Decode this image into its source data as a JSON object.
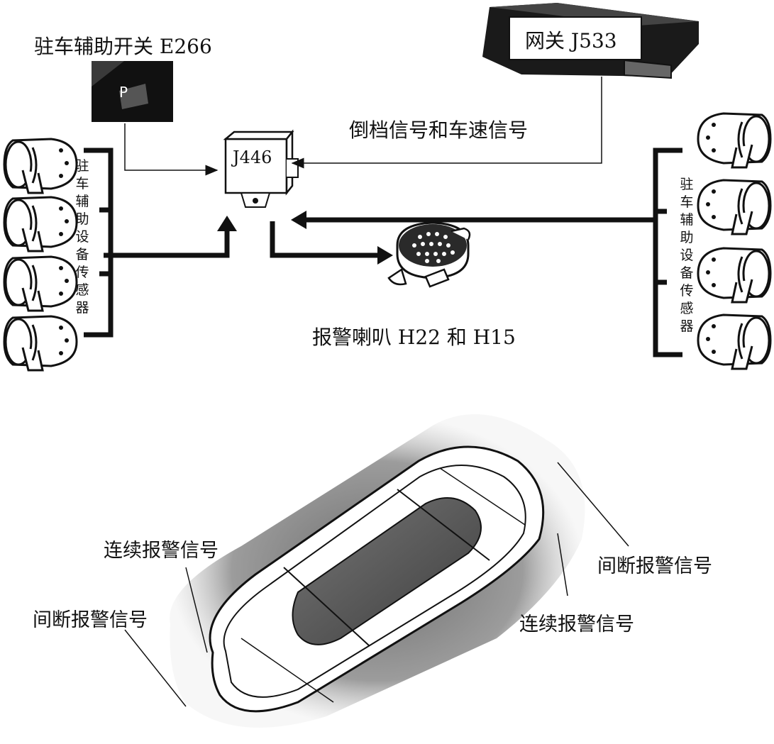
{
  "switch": {
    "label": "驻车辅助开关 E266",
    "button_text": "P"
  },
  "gateway": {
    "label": "网关 J533"
  },
  "control_unit": {
    "label": "J446"
  },
  "signal": {
    "label": "倒档信号和车速信号"
  },
  "buzzer": {
    "label": "报警喇叭 H22 和 H15"
  },
  "sensors_left": {
    "label": "驻车辅助设备传感器"
  },
  "sensors_right": {
    "label": "驻车辅助设备传感器"
  },
  "zones": {
    "continuous_left": "连续报警信号",
    "intermittent_left": "间断报警信号",
    "continuous_right": "连续报警信号",
    "intermittent_right": "间断报警信号"
  },
  "colors": {
    "ink": "#111111",
    "shadow": "#8a8a8a",
    "roof": "#555555"
  }
}
